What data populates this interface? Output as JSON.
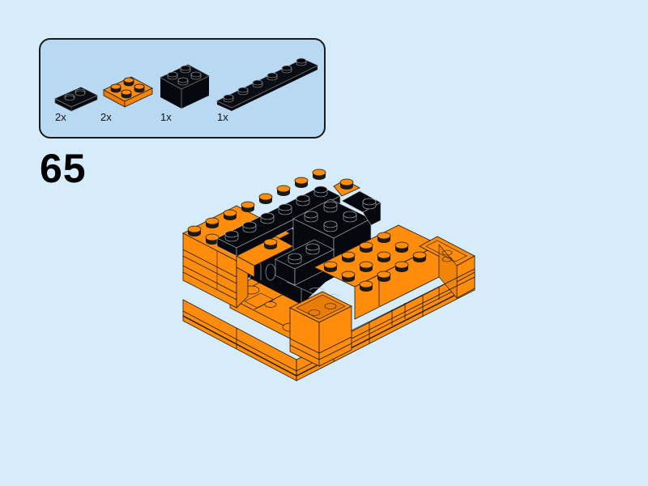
{
  "instruction_page": {
    "step_number": "65",
    "colors": {
      "background": "#d6ecfb",
      "callout_background": "#b9d9f3",
      "callout_border": "#1a1a1a",
      "brick_orange": "#ff8c0a",
      "brick_black": "#05080f",
      "outline": "#1a1a1a"
    },
    "parts_callout": {
      "parts": [
        {
          "name": "plate 1x2",
          "color": "black",
          "quantity": "2x"
        },
        {
          "name": "plate 2x2",
          "color": "orange",
          "quantity": "2x"
        },
        {
          "name": "brick 2x2",
          "color": "black",
          "quantity": "1x"
        },
        {
          "name": "plate 1x6",
          "color": "black",
          "quantity": "1x"
        }
      ]
    },
    "model": {
      "description": "Isometric view of orange and black brick assembly, step 65"
    }
  }
}
